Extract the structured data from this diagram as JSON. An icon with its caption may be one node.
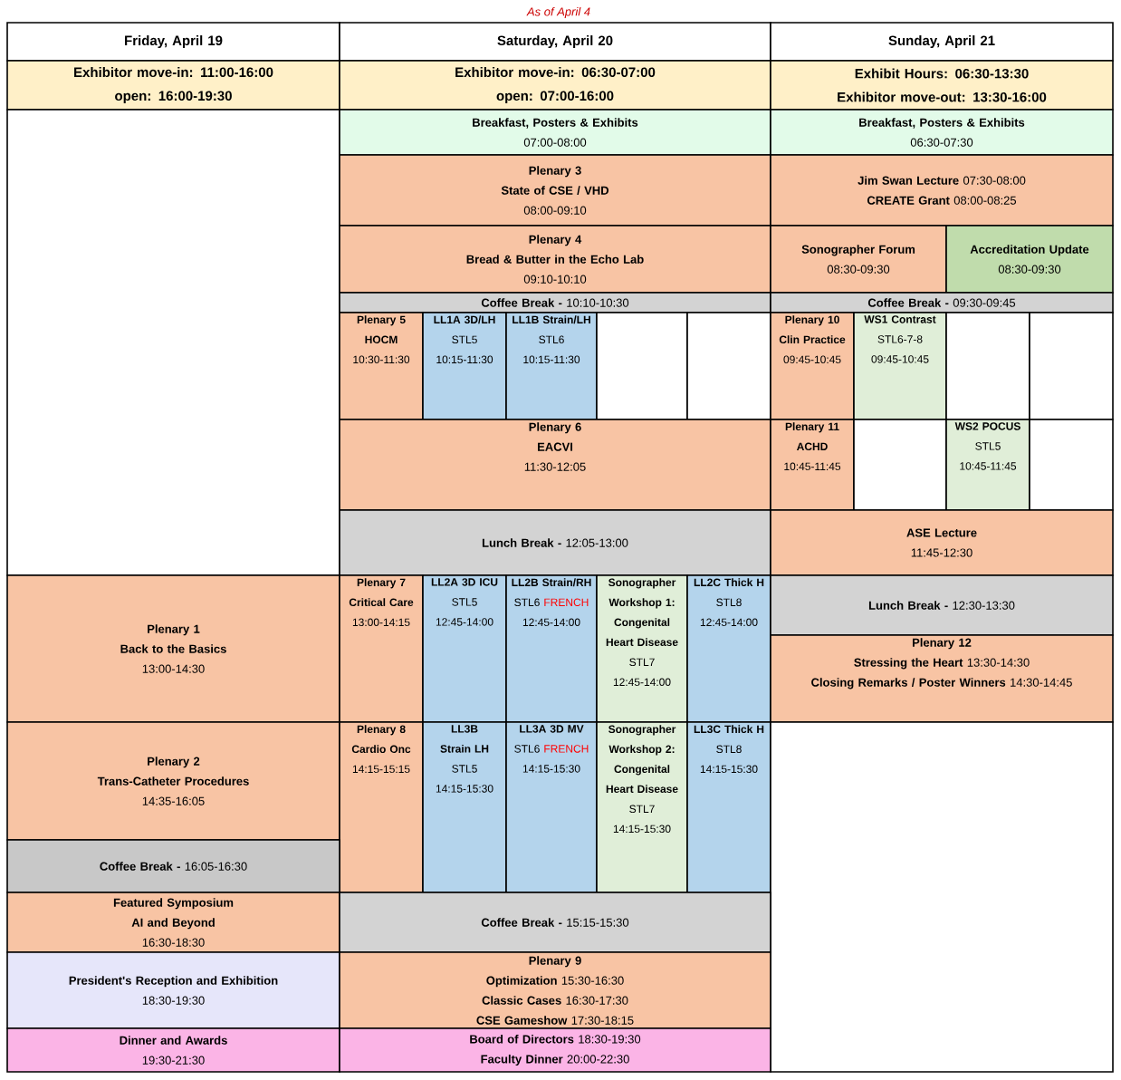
{
  "diagram": {
    "title": "As of April 4",
    "nodes": [
      {
        "text": [
          "Friday, April 19"
        ]
      },
      {
        "text": [
          "Saturday, April 20"
        ]
      },
      {
        "text": [
          "Sunday, April 21"
        ]
      },
      {
        "text": [
          "Exhibitor move-in: 11:00-16:00",
          "open: 16:00-19:30"
        ]
      },
      {
        "text": [
          "Exhibitor move-in: 06:30-07:00",
          "open: 07:00-16:00"
        ]
      },
      {
        "text": [
          "Exhibit Hours: 06:30-13:30",
          "Exhibitor move-out: 13:30-16:00"
        ]
      },
      {
        "text": [],
        "shape": "box"
      },
      {
        "text": [
          "Breakfast, Posters & Exhibits",
          "07:00-08:00"
        ]
      },
      {
        "text": [
          "Breakfast, Posters & Exhibits",
          "06:30-07:30"
        ]
      },
      {
        "text": [
          "Plenary 3",
          "State of CSE / VHD",
          "08:00-09:10"
        ]
      },
      {
        "text": [
          "**Jim Swan Lecture** 07:30-08:00",
          "**CREATE Grant** 08:00-08:25"
        ]
      },
      {
        "text": [
          "Plenary 4",
          "Bread & Butter in the Echo Lab",
          "09:10-10:10"
        ]
      },
      {
        "text": [
          "Sonographer Forum",
          "08:30-09:30"
        ]
      },
      {
        "text": [
          "Accreditation Update",
          "08:30-09:30"
        ]
      },
      {
        "text": [
          "**Coffee Break -** 10:10-10:30"
        ]
      },
      {
        "text": [
          "**Coffee Break -** 09:30-09:45"
        ]
      },
      {
        "text": [
          "Plenary 5",
          "HOCM",
          "10:30-11:30"
        ]
      },
      {
        "text": [
          "LL1A 3D/LH",
          "STL5",
          "10:15-11:30"
        ]
      },
      {
        "text": [
          "LL1B Strain/LH",
          "STL6",
          "10:15-11:30"
        ]
      },
      {
        "text": [],
        "shape": "box"
      },
      {
        "text": [],
        "shape": "box"
      },
      {
        "text": [
          "Plenary 10",
          "Clin Practice",
          "09:45-10:45"
        ]
      },
      {
        "text": [
          "WS1 Contrast",
          "STL6-7-8",
          "09:45-10:45"
        ]
      },
      {
        "text": [],
        "shape": "box"
      },
      {
        "text": [],
        "shape": "box"
      },
      {
        "text": [
          "Plenary 6",
          "EACVI",
          "11:30-12:05"
        ]
      },
      {
        "text": [
          "Plenary 11",
          "ACHD",
          "10:45-11:45"
        ]
      },
      {
        "text": [],
        "shape": "box"
      },
      {
        "text": [
          "WS2 POCUS",
          "STL5",
          "10:45-11:45"
        ]
      },
      {
        "text": [],
        "shape": "box"
      },
      {
        "text": [
          "**Lunch Break -** 12:05-13:00"
        ]
      },
      {
        "text": [
          "ASE Lecture",
          "11:45-12:30"
        ]
      },
      {
        "text": [
          "Plenary 1",
          "Back to the Basics",
          "13:00-14:30"
        ]
      },
      {
        "text": [
          "Plenary 7",
          "Critical Care",
          "13:00-14:15"
        ]
      },
      {
        "text": [
          "LL2A 3D ICU",
          "STL5",
          "12:45-14:00"
        ]
      },
      {
        "text": [
          "LL2B Strain/RH",
          "STL6",
          "FRENCH",
          "12:45-14:00"
        ]
      },
      {
        "text": [
          "Sonographer Workshop 1: Congenital Heart Disease",
          "STL7",
          "12:45-14:00"
        ]
      },
      {
        "text": [
          "LL2C Thick H",
          "STL8",
          "12:45-14:00"
        ]
      },
      {
        "text": [
          "**Lunch Break -** 12:30-13:30"
        ]
      },
      {
        "text": [
          "Plenary 12",
          "**Stressing the Heart** 13:30-14:30",
          "**Closing Remarks / Poster Winners** 14:30-14:45"
        ]
      },
      {
        "text": [
          "Plenary 2",
          "Trans-Catheter Procedures",
          "14:35-16:05"
        ]
      },
      {
        "text": [
          "Plenary 8",
          "Cardio Onc",
          "14:15-15:15"
        ]
      },
      {
        "text": [
          "LL3B Strain LH",
          "STL5",
          "14:15-15:30"
        ]
      },
      {
        "text": [
          "LL3A 3D MV",
          "STL6",
          "FRENCH",
          "14:15-15:30"
        ]
      },
      {
        "text": [
          "Sonographer Workshop 2: Congenital Heart Disease",
          "STL7",
          "14:15-15:30"
        ]
      },
      {
        "text": [
          "LL3C Thick H",
          "STL8",
          "14:15-15:30"
        ]
      },
      {
        "text": [],
        "shape": "box"
      },
      {
        "text": [
          "**Coffee Break -** 16:05-16:30"
        ]
      },
      {
        "text": [
          "Featured Symposium",
          "AI and Beyond",
          "16:30-18:30"
        ]
      },
      {
        "text": [
          "**Coffee Break -** 15:15-15:30"
        ]
      },
      {
        "text": [
          "President's Reception and Exhibition",
          "18:30-19:30"
        ]
      },
      {
        "text": [
          "Plenary 9",
          "**Optimization** 15:30-16:30",
          "**Classic Cases** 16:30-17:30",
          "**CSE Gameshow** 17:30-18:15"
        ]
      },
      {
        "text": [
          "Dinner and Awards",
          "19:30-21:30"
        ]
      },
      {
        "text": [
          "**Board of Directors** 18:30-19:30",
          "**Faculty Dinner** 20:00-22:30"
        ]
      }
    ]
  }
}
